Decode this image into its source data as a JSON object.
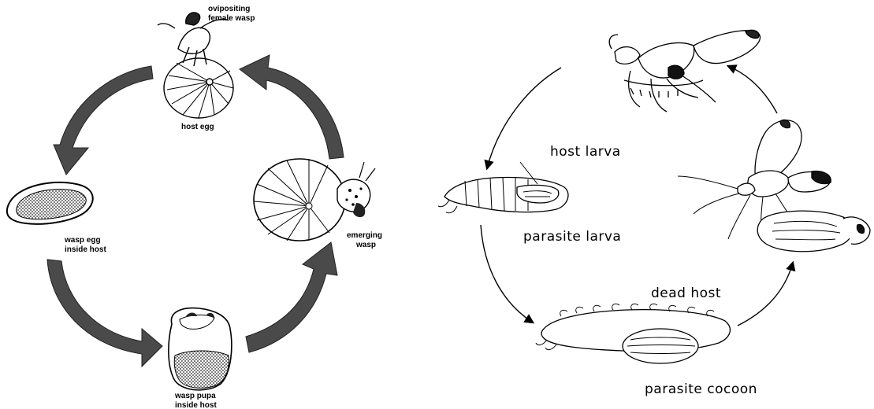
{
  "left_cycle": {
    "labels": {
      "ovipositing_line1": "ovipositing",
      "ovipositing_line2": "female wasp",
      "host_egg": "host egg",
      "wasp_egg_line1": "wasp egg",
      "wasp_egg_line2": "inside host",
      "wasp_pupa_line1": "wasp pupa",
      "wasp_pupa_line2": "inside host",
      "emerging_line1": "emerging",
      "emerging_line2": "wasp"
    }
  },
  "right_cycle": {
    "labels": {
      "host_larva": "host  larva",
      "parasite_larva": "parasite  larva",
      "dead_host": "dead host",
      "parasite_cocoon": "parasite  cocoon"
    }
  },
  "colors": {
    "ink": "#000000",
    "stipple": "#333333",
    "arrow_fill": "#4a4a4a",
    "background": "#ffffff"
  }
}
